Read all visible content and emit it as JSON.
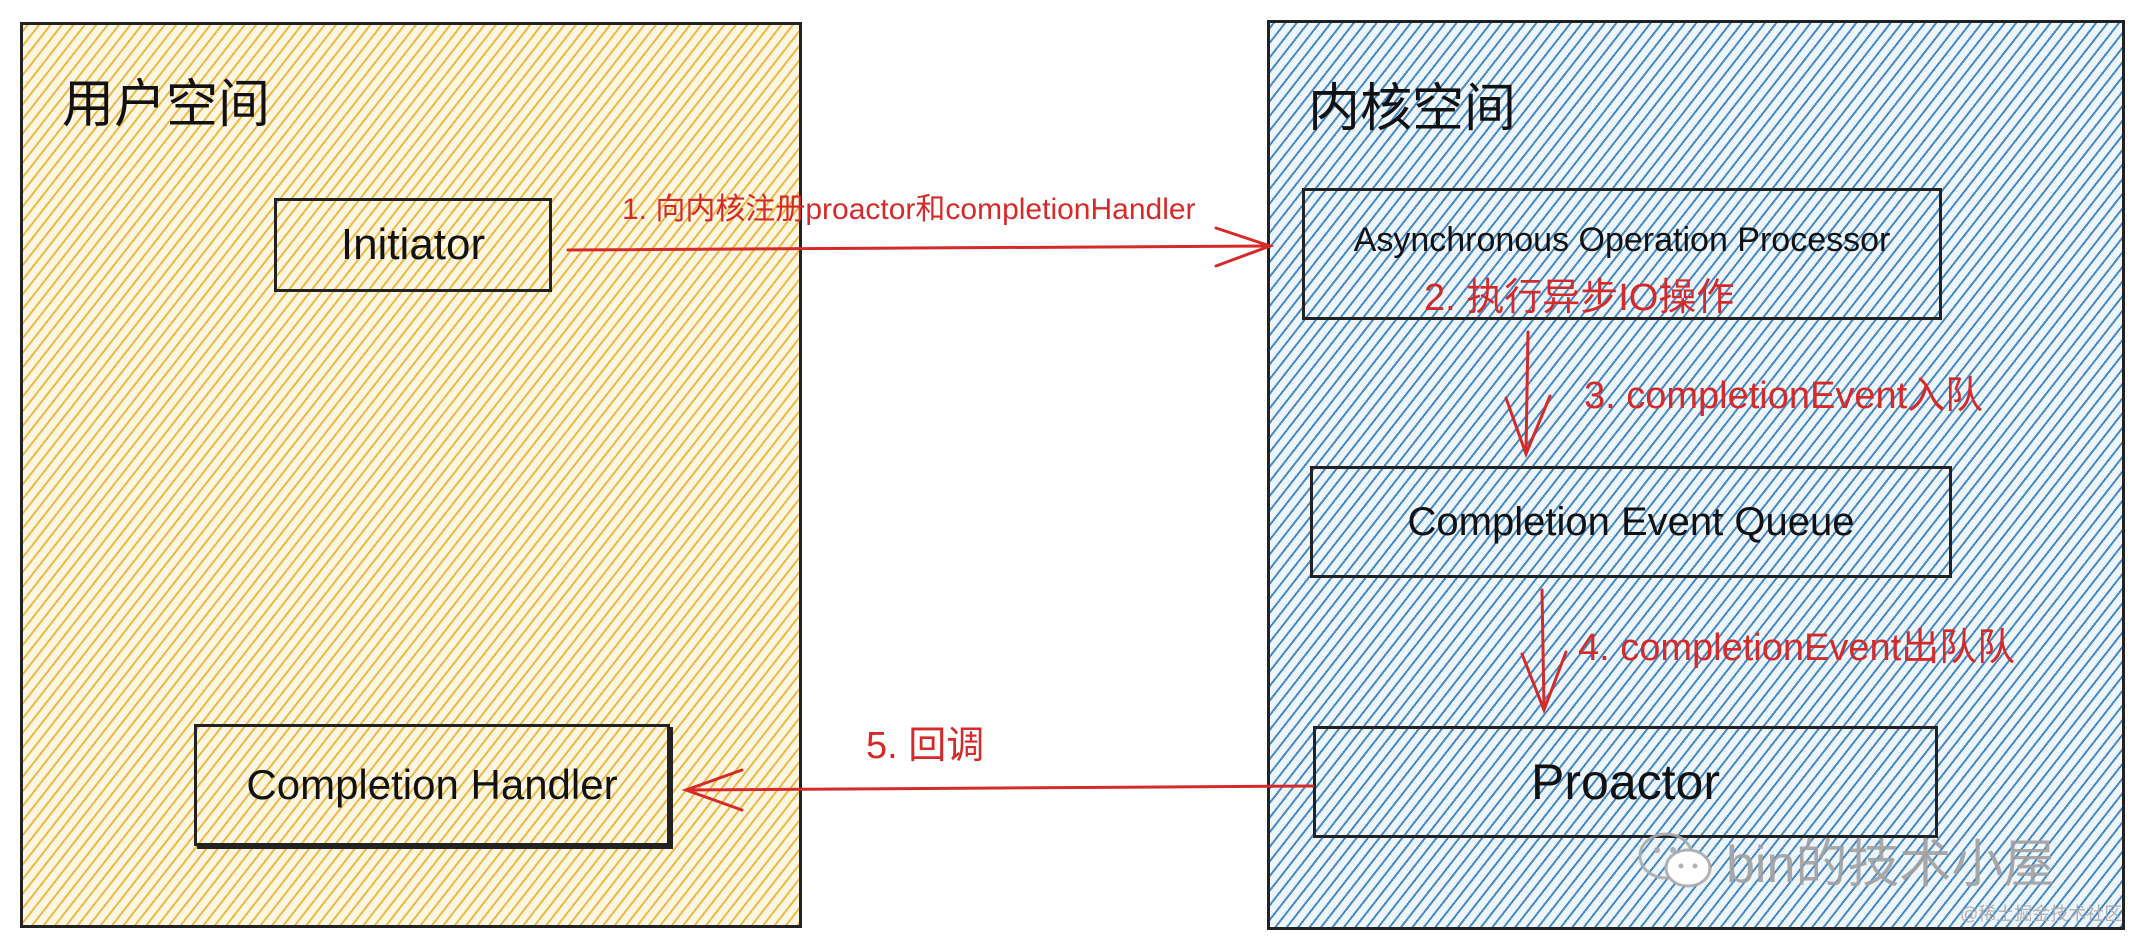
{
  "user_space": {
    "title": "用户空间",
    "initiator": "Initiator",
    "completion_handler": "Completion Handler"
  },
  "kernel_space": {
    "title": "内核空间",
    "processor": "Asynchronous Operation Processor",
    "queue": "Completion Event Queue",
    "proactor": "Proactor"
  },
  "steps": {
    "step1": "1. 向内核注册proactor和completionHandler",
    "step2": "2. 执行异步IO操作",
    "step3": "3. completionEvent入队",
    "step4": "4. completionEvent出队队",
    "step5": "5. 回调"
  },
  "watermark": {
    "icon": "wechat-icon",
    "text": "bin的技术小屋",
    "sub": "@稀土掘金技术社区"
  },
  "colors": {
    "user_hatch": "#e8b028",
    "kernel_hatch": "#2878be",
    "arrow": "#d42a2a",
    "border": "#222222"
  }
}
